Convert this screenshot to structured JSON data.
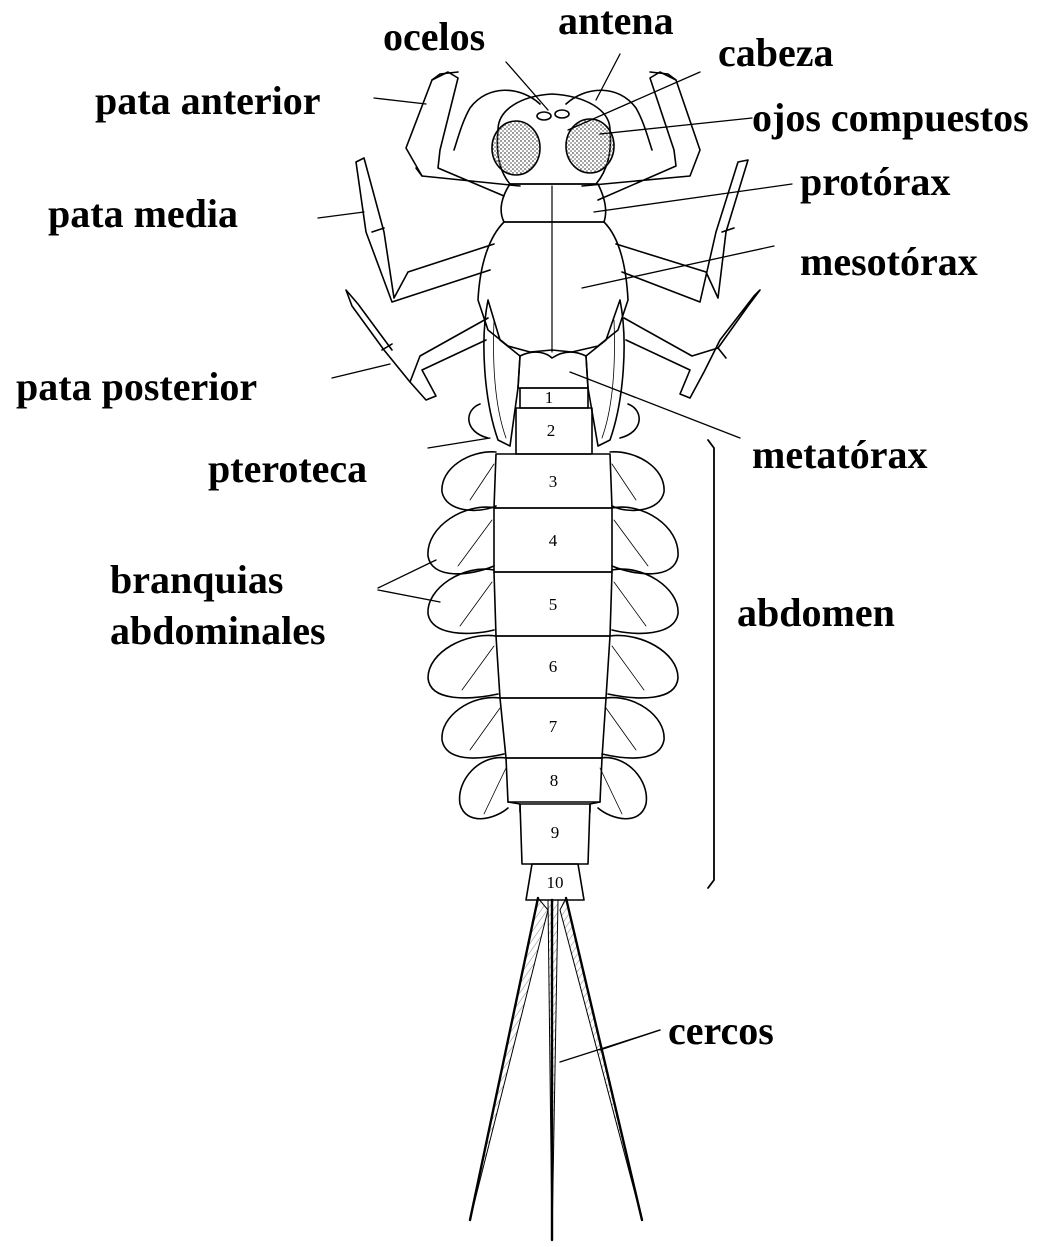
{
  "labels": {
    "ocelos": "ocelos",
    "antena": "antena",
    "cabeza": "cabeza",
    "pata_anterior": "pata anterior",
    "ojos_compuestos": "ojos compuestos",
    "protorax": "protórax",
    "pata_media": "pata media",
    "mesotorax": "mesotórax",
    "pata_posterior": "pata posterior",
    "metatorax": "metatórax",
    "pteroteca": "pteroteca",
    "branquias": "branquias",
    "abdominales": "abdominales",
    "abdomen": "abdomen",
    "cercos": "cercos"
  },
  "segments": [
    "1",
    "2",
    "3",
    "4",
    "5",
    "6",
    "7",
    "8",
    "9",
    "10"
  ]
}
